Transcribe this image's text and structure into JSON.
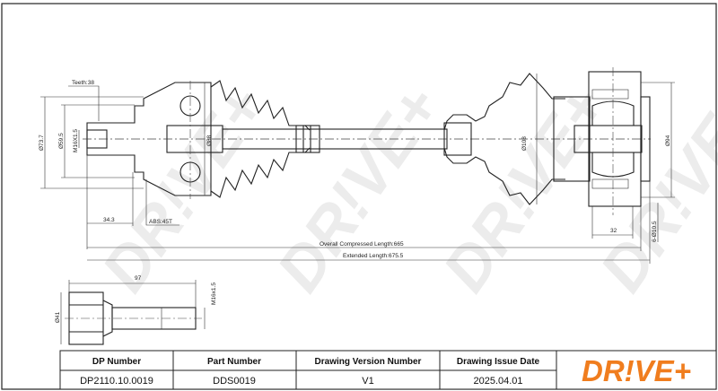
{
  "watermark": "DR!VE+",
  "dimensions": {
    "teeth": "Teeth:38",
    "dia_73_7": "Ø73.7",
    "dia_59_5": "Ø59.5",
    "thread_left": "M16X1.5",
    "dia_88": "Ø88",
    "len_34_3": "34.3",
    "abs": "ABS:45T",
    "overall": "Overall Compressed  Length:665",
    "extended": "Extended  Length:675.5",
    "dia_108": "Ø108",
    "dia_94": "Ø94",
    "len_32": "32",
    "holes": "6-Ø10.5",
    "bolt_len": "97",
    "bolt_dia": "Ø41",
    "bolt_thread": "M16x1.5"
  },
  "table": {
    "headers": [
      "DP Number",
      "Part Number",
      "Drawing Version Number",
      "Drawing Issue Date"
    ],
    "values": [
      "DP2110.10.0019",
      "DDS0019",
      "V1",
      "2025.04.01"
    ],
    "logo": "DR!VE+",
    "logo_color": "#f07d1e"
  }
}
